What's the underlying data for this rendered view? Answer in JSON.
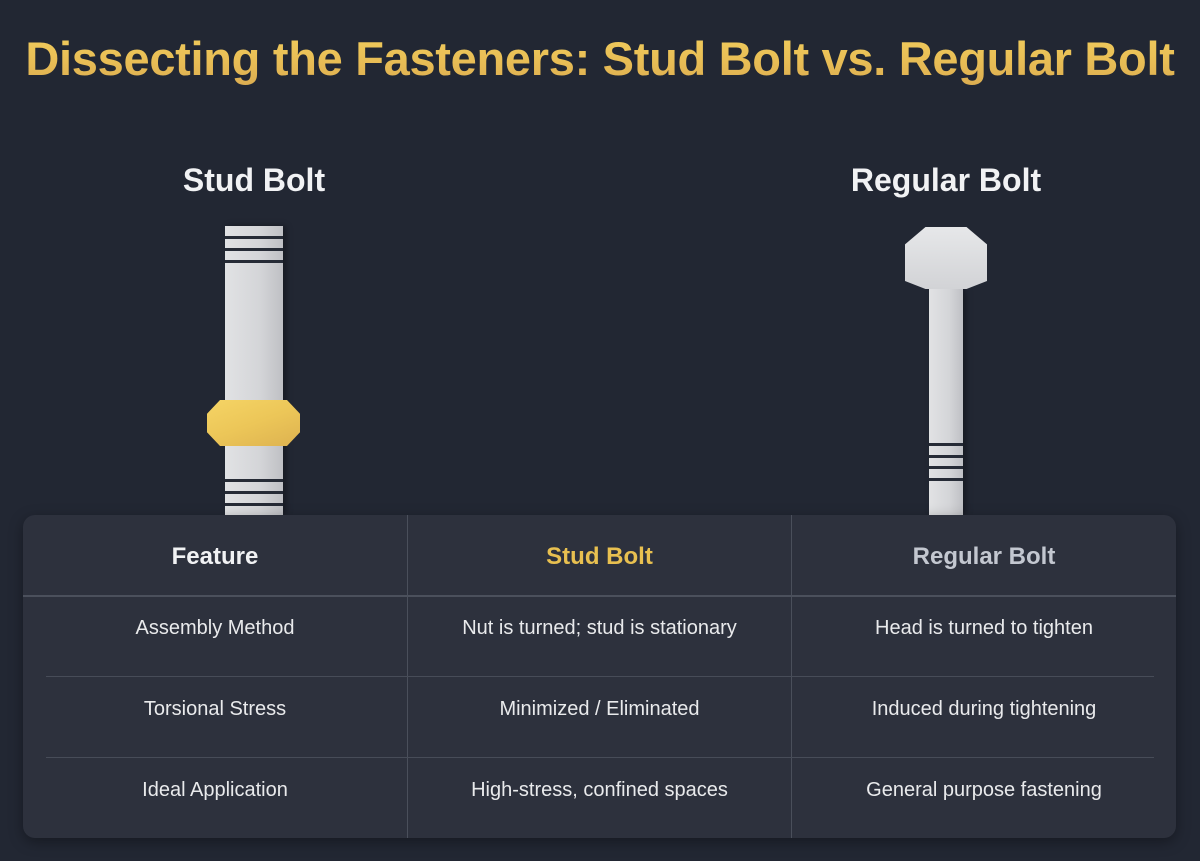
{
  "title": "Dissecting the Fasteners: Stud Bolt vs. Regular Bolt",
  "illustrations": {
    "stud_bolt": {
      "label": "Stud Bolt",
      "parts": [
        "threaded-shaft-top",
        "nut",
        "threaded-shaft-bottom"
      ],
      "nut_color": "#ecc658"
    },
    "regular_bolt": {
      "label": "Regular Bolt",
      "parts": [
        "hex-head",
        "shaft",
        "threads"
      ]
    }
  },
  "table": {
    "headers": [
      "Feature",
      "Stud Bolt",
      "Regular Bolt"
    ],
    "header_colors": [
      "#f1f2f4",
      "#e8c050",
      "#c3c7d0"
    ],
    "rows": [
      [
        "Assembly Method",
        "Nut is turned; stud is stationary",
        "Head is turned to tighten"
      ],
      [
        "Torsional Stress",
        "Minimized / Eliminated",
        "Induced during tightening"
      ],
      [
        "Ideal Application",
        "High-stress, confined spaces",
        "General purpose fastening"
      ]
    ]
  },
  "colors": {
    "background": "#222733",
    "accent": "#e8bd55",
    "table_bg": "#2d313d",
    "metal": "#d4d5d8"
  }
}
